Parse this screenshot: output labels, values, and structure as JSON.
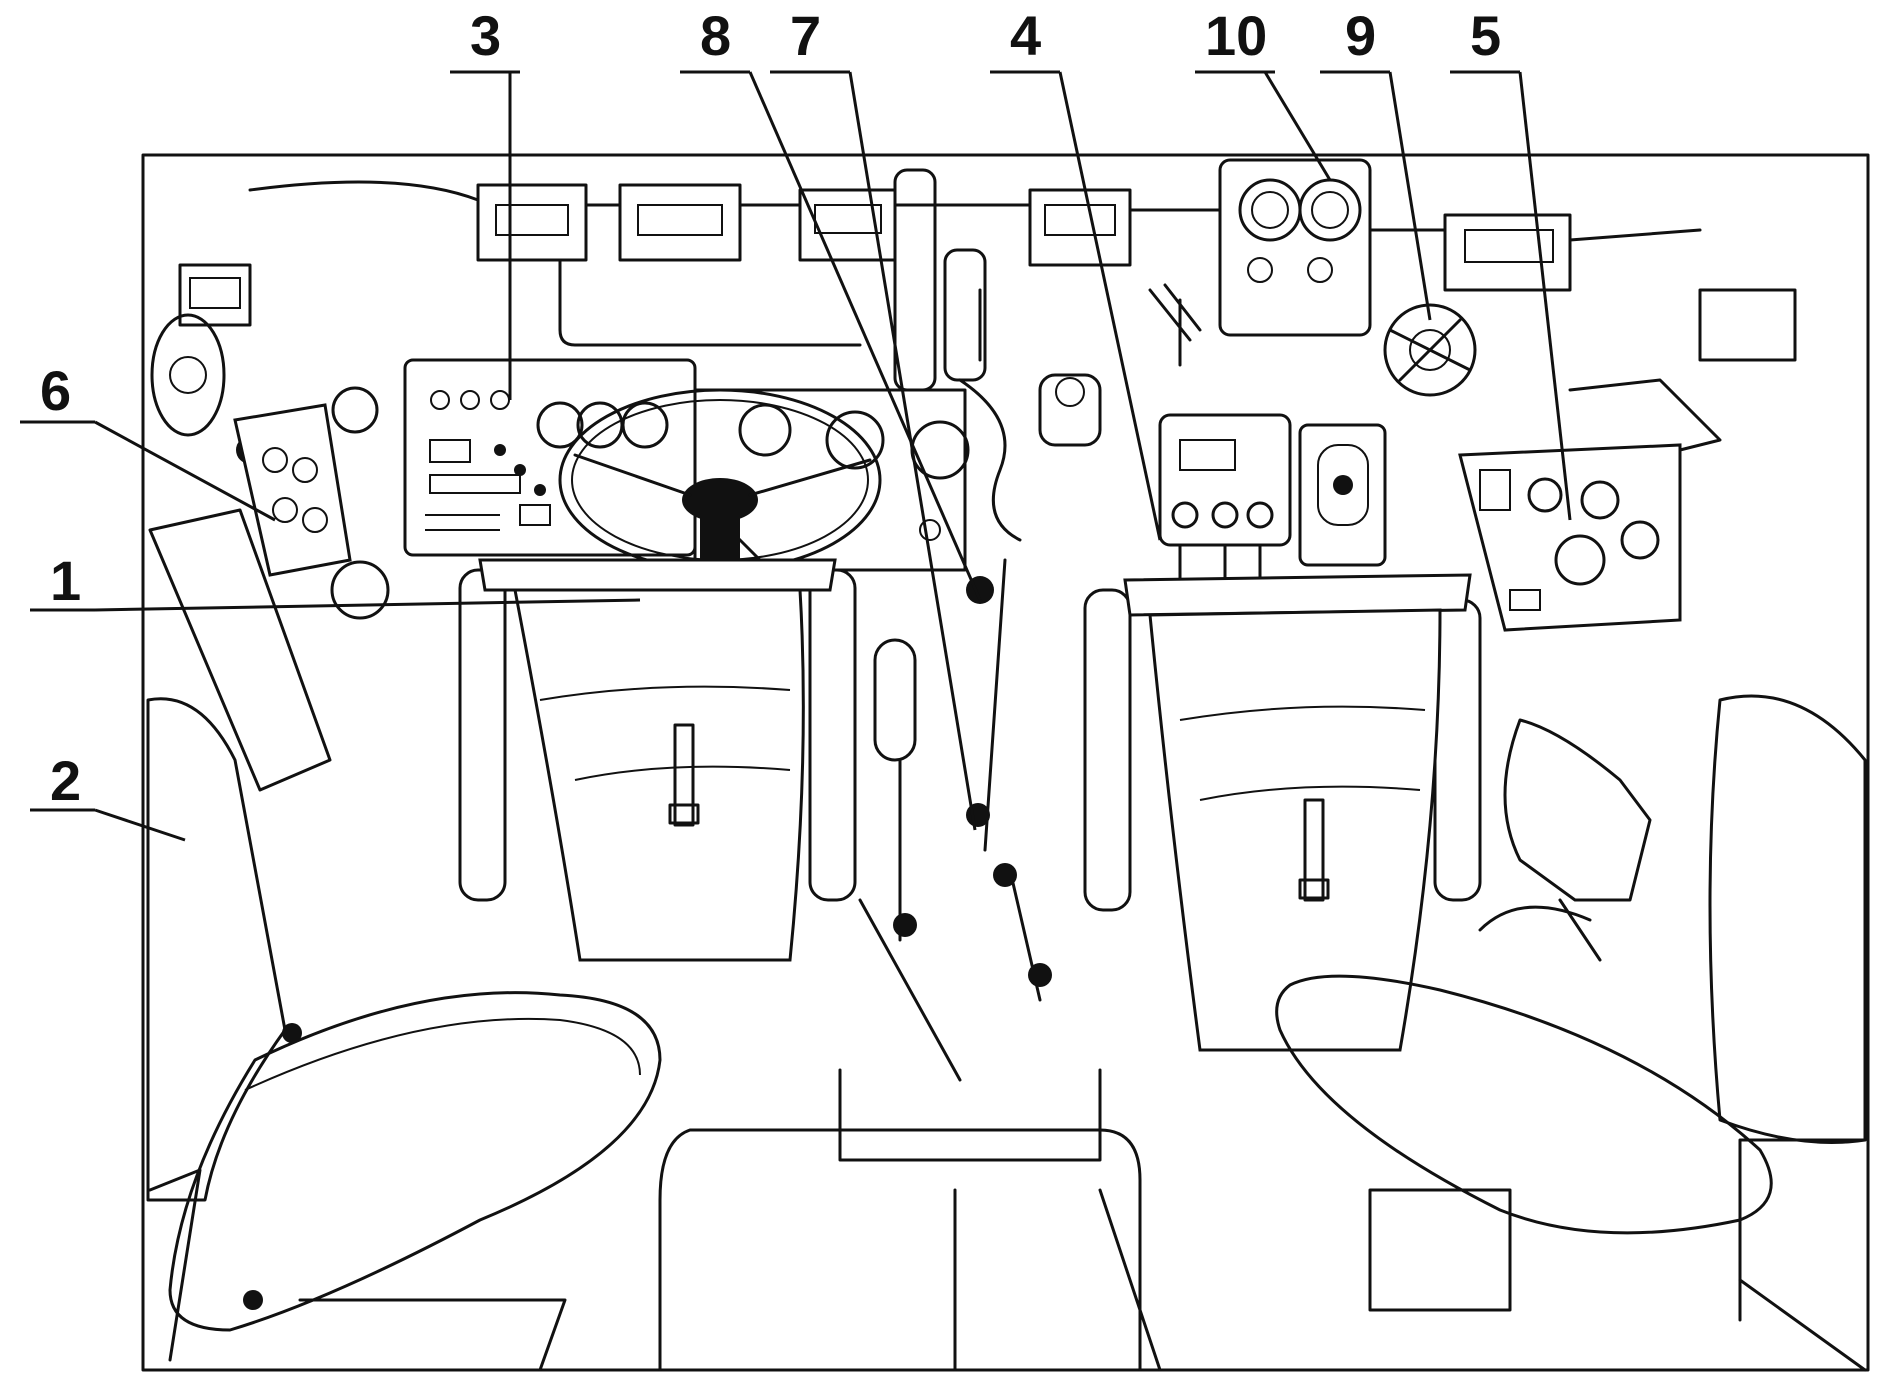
{
  "callouts": [
    {
      "id": "1",
      "label": "1"
    },
    {
      "id": "2",
      "label": "2"
    },
    {
      "id": "3",
      "label": "3"
    },
    {
      "id": "4",
      "label": "4"
    },
    {
      "id": "5",
      "label": "5"
    },
    {
      "id": "6",
      "label": "6"
    },
    {
      "id": "7",
      "label": "7"
    },
    {
      "id": "8",
      "label": "8"
    },
    {
      "id": "9",
      "label": "9"
    },
    {
      "id": "10",
      "label": "10"
    }
  ],
  "colors": {
    "ink": "#111111",
    "paper": "#ffffff",
    "upholstery_dots": "#222222"
  }
}
